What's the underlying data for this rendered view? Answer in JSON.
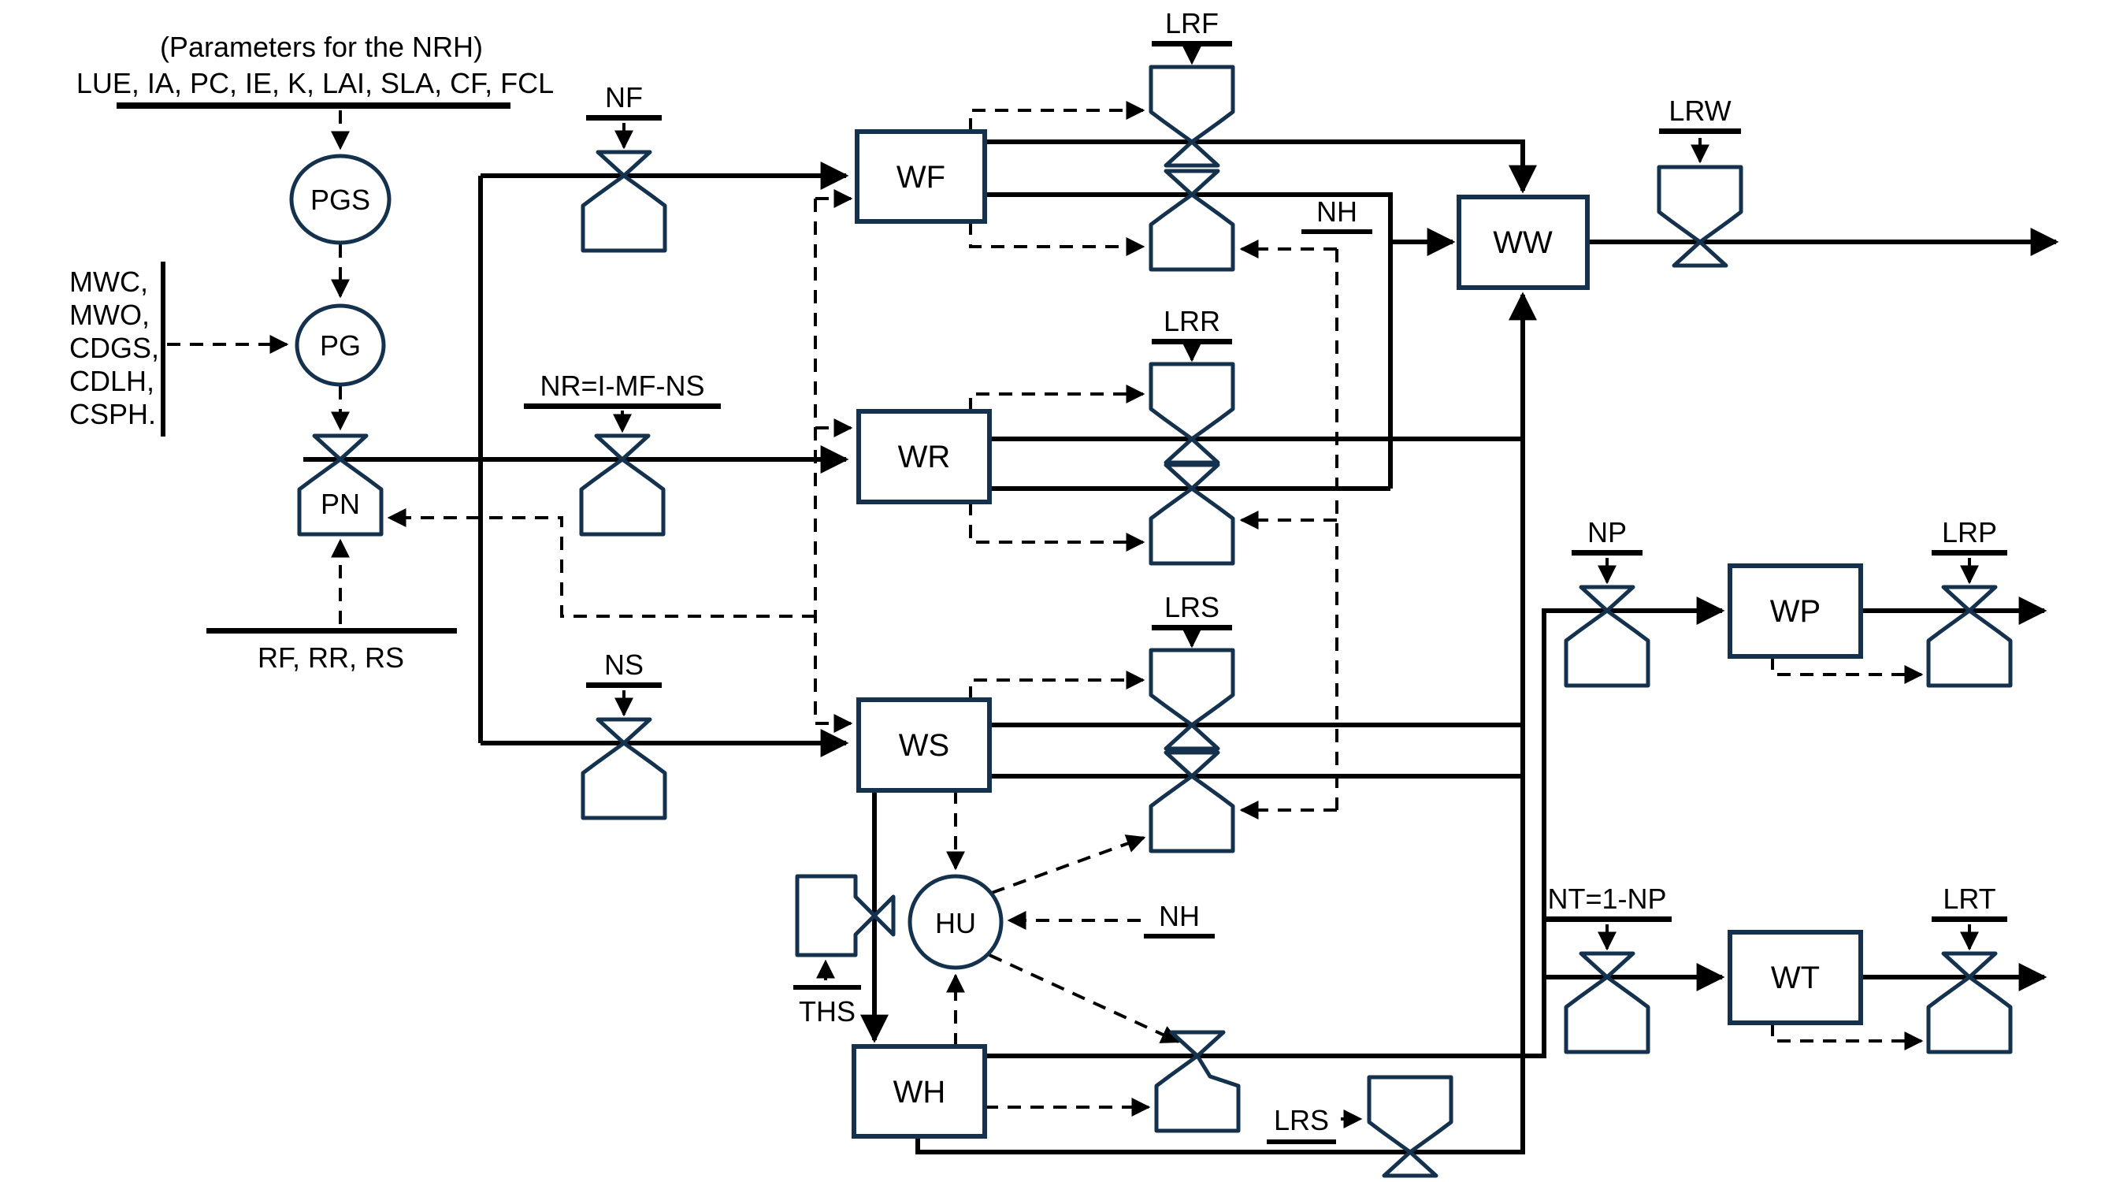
{
  "diagram": {
    "params_note": "(Parameters for the NRH)",
    "params_list": "LUE, IA, PC, IE, K, LAI, SLA, CF, FCL",
    "aux_inputs": [
      "MWC,",
      "MWO,",
      "CDGS,",
      "CDLH,",
      "CSPH."
    ],
    "rates_label": "RF, RR, RS",
    "nodes": {
      "pgs": "PGS",
      "pg": "PG",
      "pn": "PN",
      "hu": "HU",
      "wf": "WF",
      "wr": "WR",
      "ws": "WS",
      "ww": "WW",
      "wh": "WH",
      "wp": "WP",
      "wt": "WT"
    },
    "flow_labels": {
      "nf": "NF",
      "nr": "NR=I-MF-NS",
      "ns": "NS",
      "np": "NP",
      "nt": "NT=1-NP",
      "nh_top": "NH",
      "nh_mid": "NH",
      "ths": "THS",
      "lrf": "LRF",
      "lrr": "LRR",
      "lrs": "LRS",
      "lrs_bottom": "LRS",
      "lrw": "LRW",
      "lrp": "LRP",
      "lrt": "LRT"
    },
    "colors": {
      "shape_stroke": "#14324e",
      "line": "#000000"
    }
  }
}
